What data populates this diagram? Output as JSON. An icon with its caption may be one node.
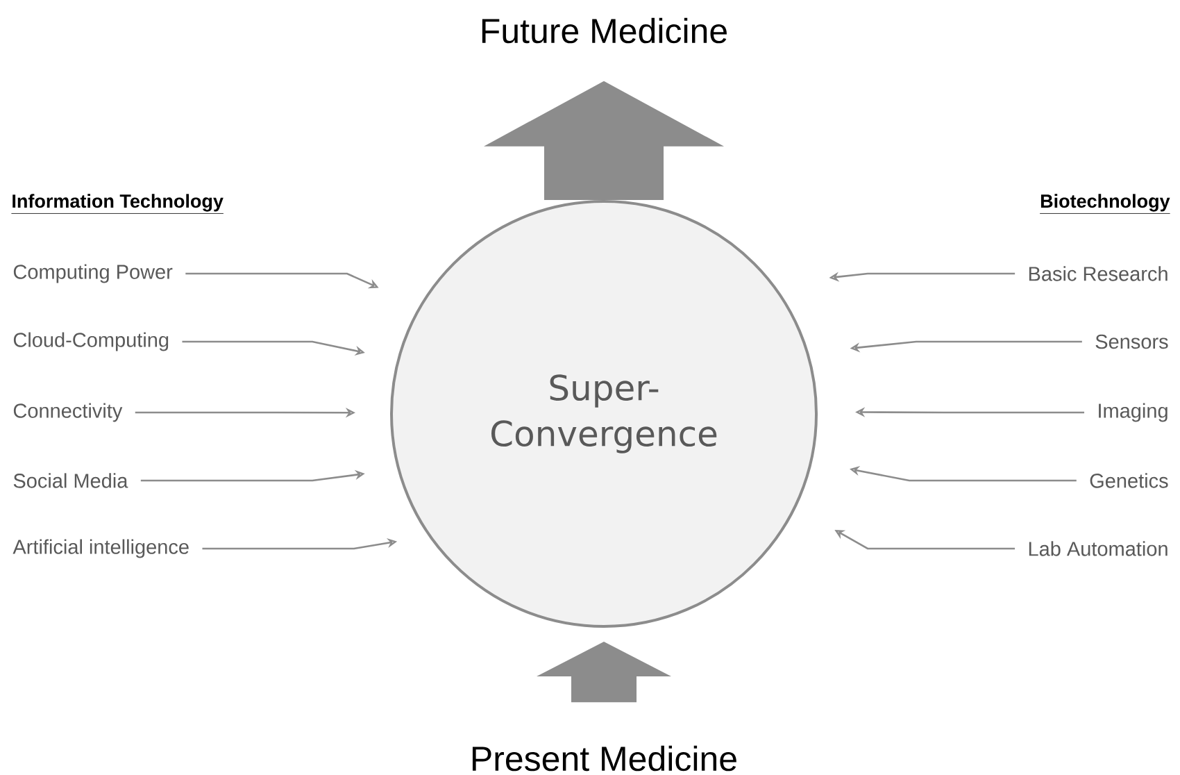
{
  "diagram": {
    "nodes": [
      {
        "text": [
          "Super-Convergence"
        ]
      },
      {
        "text": [
          "Future Medicine"
        ]
      },
      {
        "text": [
          "Present Medicine"
        ]
      },
      {
        "text": [
          "Computing Power"
        ]
      },
      {
        "text": [
          "Cloud-Computing"
        ]
      },
      {
        "text": [
          "Connectivity"
        ]
      },
      {
        "text": [
          "Social Media"
        ]
      },
      {
        "text": [
          "Artificial intelligence"
        ]
      },
      {
        "text": [
          "Basic Research"
        ]
      },
      {
        "text": [
          "Sensors"
        ]
      },
      {
        "text": [
          "Imaging"
        ]
      },
      {
        "text": [
          "Genetics"
        ]
      },
      {
        "text": [
          "Lab Automation"
        ]
      }
    ],
    "edges": [
      {
        "from": 0,
        "to": 1,
        "arrow": "to",
        "style": "thick"
      },
      {
        "from": 2,
        "to": 0,
        "arrow": "to",
        "style": "thick"
      },
      {
        "from": 3,
        "to": 0,
        "arrow": "to"
      },
      {
        "from": 4,
        "to": 0,
        "arrow": "to"
      },
      {
        "from": 5,
        "to": 0,
        "arrow": "to"
      },
      {
        "from": 6,
        "to": 0,
        "arrow": "to"
      },
      {
        "from": 7,
        "to": 0,
        "arrow": "to"
      },
      {
        "from": 8,
        "to": 0,
        "arrow": "to"
      },
      {
        "from": 9,
        "to": 0,
        "arrow": "to"
      },
      {
        "from": 10,
        "to": 0,
        "arrow": "to"
      },
      {
        "from": 11,
        "to": 0,
        "arrow": "to"
      },
      {
        "from": 12,
        "to": 0,
        "arrow": "to"
      }
    ],
    "labels": [
      "Information Technology",
      "Biotechnology"
    ]
  }
}
